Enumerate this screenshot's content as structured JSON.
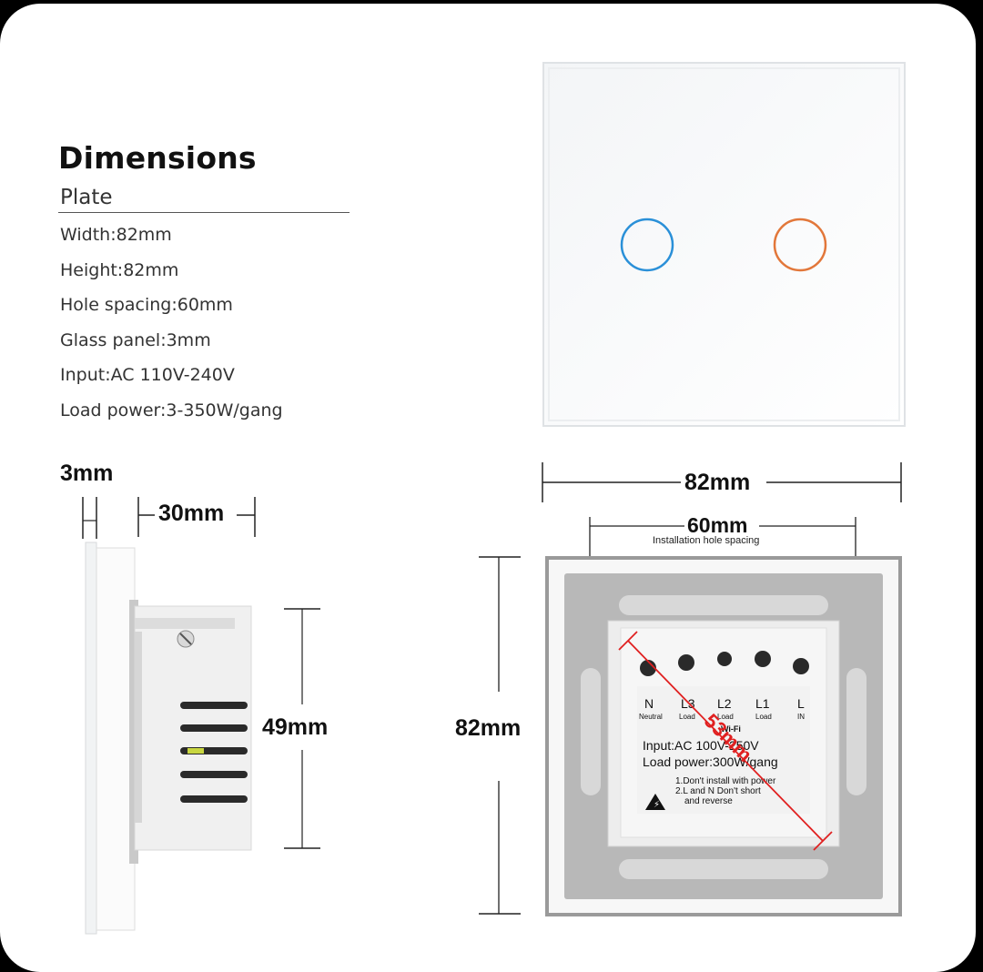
{
  "heading": {
    "title": "Dimensions",
    "subtitle": "Plate"
  },
  "specs": [
    "Width:82mm",
    "Height:82mm",
    "Hole spacing:60mm",
    "Glass panel:3mm",
    "Input:AC 110V-240V",
    "Load power:3-350W/gang"
  ],
  "front_panel": {
    "buttons": [
      {
        "name": "left-button",
        "ring_color": "#2a90d8"
      },
      {
        "name": "right-button",
        "ring_color": "#e2773a"
      }
    ]
  },
  "side_view": {
    "glass_thickness": "3mm",
    "depth": "30mm",
    "module_height": "49mm"
  },
  "back_view": {
    "width": "82mm",
    "hole_spacing": "60mm",
    "hole_spacing_caption": "Installation hole spacing",
    "height": "82mm",
    "diagonal": "53mm"
  },
  "module_label": {
    "terminals": [
      {
        "name": "N",
        "sub": "Neutral"
      },
      {
        "name": "L3",
        "sub": "Load"
      },
      {
        "name": "L2",
        "sub": "Load"
      },
      {
        "name": "L1",
        "sub": "Load"
      },
      {
        "name": "L",
        "sub": "IN"
      }
    ],
    "wifi": "Wi-Fi",
    "input": "Input:AC 100V-250V",
    "load": "Load power:300W/gang",
    "warning1": "1.Don't install with power",
    "warning2": "2.L and N Don't short",
    "warning3": "and reverse"
  },
  "colors": {
    "background": "#000000",
    "card": "#ffffff",
    "frame_grey": "#b5b5b5",
    "dimension_line": "#222222",
    "diagonal_red": "#e02020"
  }
}
